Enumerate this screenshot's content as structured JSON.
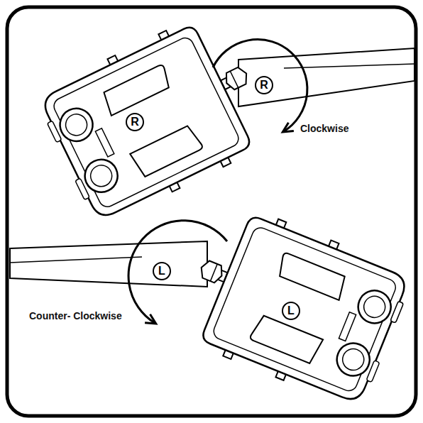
{
  "diagram": {
    "nodes": [
      {
        "text": [
          "R"
        ]
      },
      {
        "text": [
          "R"
        ]
      },
      {
        "text": [
          "L"
        ]
      },
      {
        "text": [
          "L"
        ]
      }
    ],
    "labels": [
      "Clockwise",
      "Counter- Clockwise"
    ]
  }
}
